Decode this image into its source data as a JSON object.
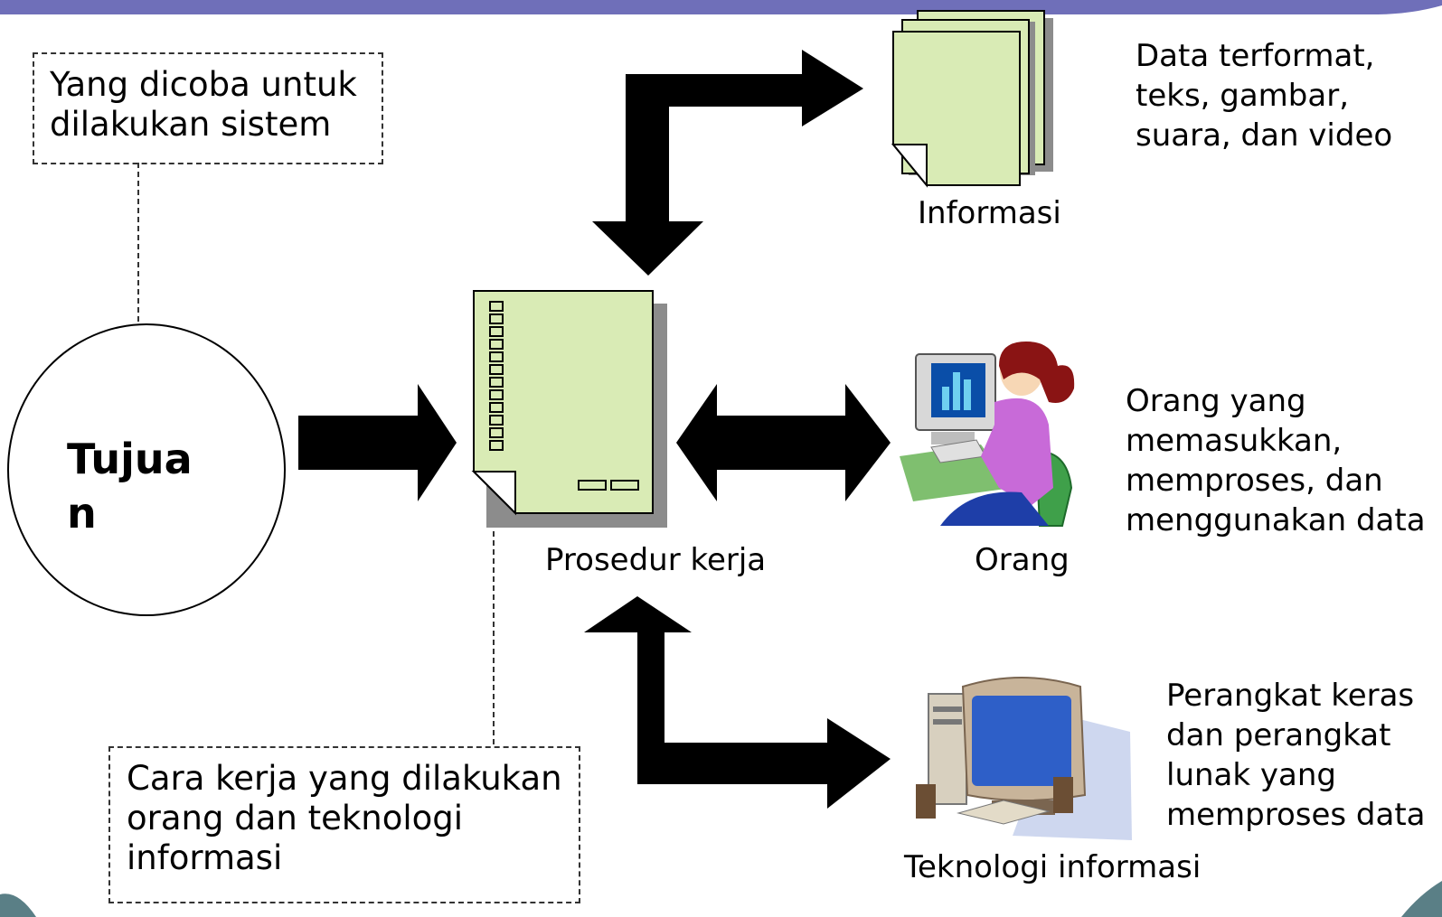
{
  "goal": {
    "title_lines": [
      "Tujua",
      "n"
    ],
    "note_lines": [
      "Yang dicoba untuk",
      "dilakukan sistem"
    ]
  },
  "procedure": {
    "label": "Prosedur kerja",
    "note_lines": [
      "Cara kerja yang dilakukan",
      "orang dan teknologi",
      "informasi"
    ]
  },
  "information": {
    "label": "Informasi",
    "desc_lines": [
      "Data terformat,",
      "teks, gambar,",
      "suara, dan video"
    ]
  },
  "people": {
    "label": "Orang",
    "desc_lines": [
      "Orang yang",
      "memasukkan,",
      "memproses, dan",
      "menggunakan data"
    ]
  },
  "technology": {
    "label": "Teknologi informasi",
    "desc_lines": [
      "Perangkat keras",
      "dan perangkat",
      "lunak yang",
      "memproses data"
    ]
  },
  "colors": {
    "header_bar": "#6f6fb9",
    "document_fill": "#d9ebb5",
    "document_shadow": "#8c8c8c",
    "arrow": "#000000",
    "corner_accent": "#5a7f86"
  }
}
